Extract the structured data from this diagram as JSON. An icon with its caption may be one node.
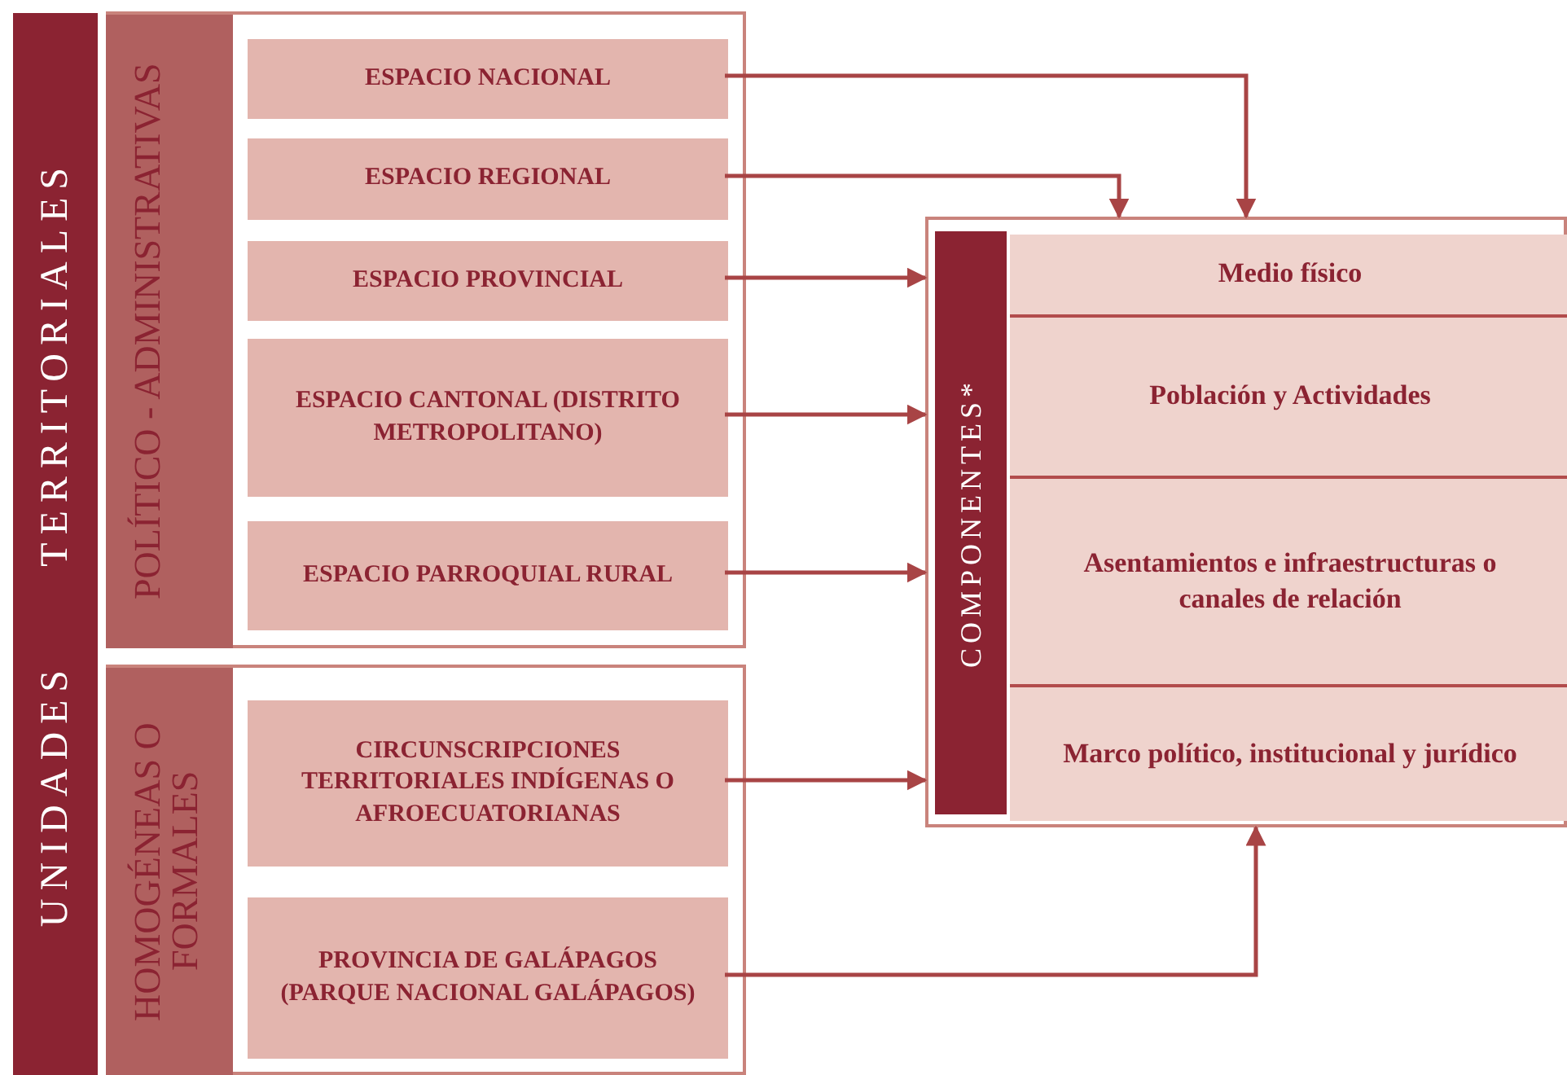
{
  "diagram": {
    "nodes": [
      {
        "text": [
          "UNIDADES TERRITORIALES"
        ]
      },
      {
        "text": [
          "POLÍTICO - ADMINISTRATIVAS"
        ]
      },
      {
        "text": [
          "ESPACIO NACIONAL"
        ],
        "in": 1
      },
      {
        "text": [
          "ESPACIO REGIONAL"
        ],
        "in": 1
      },
      {
        "text": [
          "ESPACIO PROVINCIAL"
        ],
        "in": 1
      },
      {
        "text": [
          "ESPACIO CANTONAL (DISTRITO METROPOLITANO)"
        ],
        "in": 1
      },
      {
        "text": [
          "ESPACIO PARROQUIAL RURAL"
        ],
        "in": 1
      },
      {
        "text": [
          "HOMOGÉNEAS O FORMALES"
        ]
      },
      {
        "text": [
          "CIRCUNSCRIPCIONES TERRITORIALES INDÍGENAS O AFROECUATORIANAS"
        ],
        "in": 7
      },
      {
        "text": [
          "PROVINCIA DE GALÁPAGOS (PARQUE NACIONAL GALÁPAGOS)"
        ],
        "in": 7
      },
      {
        "text": [
          "COMPONENTES*"
        ]
      },
      {
        "text": [
          "Medio físico"
        ],
        "in": 10
      },
      {
        "text": [
          "Población y Actividades"
        ],
        "in": 10
      },
      {
        "text": [
          "Asentamientos e infraestructuras o canales de relación"
        ],
        "in": 10
      },
      {
        "text": [
          "Marco político, institucional y jurídico"
        ],
        "in": 10
      }
    ],
    "edges": [
      {
        "from": 2,
        "to": 10,
        "arrow": "to"
      },
      {
        "from": 3,
        "to": 10,
        "arrow": "to"
      },
      {
        "from": 4,
        "to": 10,
        "arrow": "to"
      },
      {
        "from": 5,
        "to": 10,
        "arrow": "to"
      },
      {
        "from": 6,
        "to": 10,
        "arrow": "to"
      },
      {
        "from": 8,
        "to": 10,
        "arrow": "to"
      },
      {
        "from": 9,
        "to": 10,
        "arrow": "to"
      }
    ]
  }
}
